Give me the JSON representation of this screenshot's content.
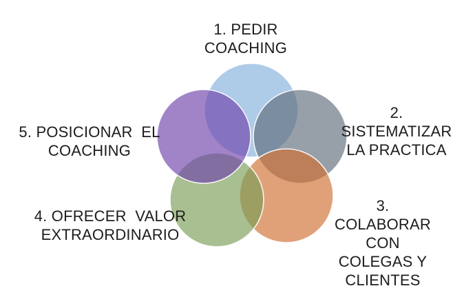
{
  "venn": {
    "background_color": "#ffffff",
    "text_color": "#1c1c1c",
    "circle_stroke_color": "#ffffff",
    "circle_opacity": "0.65",
    "circles": [
      {
        "name": "pedir-coaching",
        "label": "1. PEDIR\nCOACHING",
        "color": "#83afdc"
      },
      {
        "name": "sistematizar-la-practica",
        "label": "2.\nSISTEMATIZAR\nLA PRACTICA",
        "color": "#5f6b7a"
      },
      {
        "name": "colaborar-con-colegas-y-clientes",
        "label": "3. COLABORAR\nCON COLEGAS Y\nCLIENTES",
        "color": "#cf6e2f"
      },
      {
        "name": "ofrecer-valor-extraordinario",
        "label": "4. OFRECER  VALOR\nEXTRAORDINARIO",
        "color": "#7a9d56"
      },
      {
        "name": "posicionar-el-coaching",
        "label": "5. POSICIONAR  EL\nCOACHING",
        "color": "#6f42ab"
      }
    ]
  }
}
